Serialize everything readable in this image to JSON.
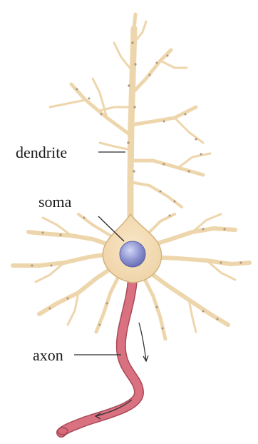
{
  "labels": {
    "dendrite": "dendrite",
    "soma": "soma",
    "axon": "axon"
  },
  "colors": {
    "cell_fill": "#f3dcb4",
    "cell_outline": "#c9aa7c",
    "spine": "#9c8a7a",
    "nucleus": "#7f86c9",
    "nucleus_highlight": "#c9cff3",
    "axon": "#d9707c",
    "axon_outline": "#a84a58",
    "leader": "#2a2a2a"
  }
}
